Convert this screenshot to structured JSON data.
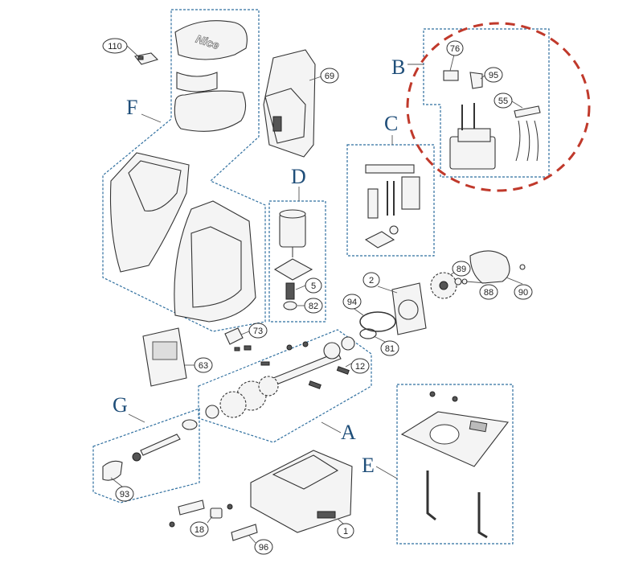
{
  "groups": {
    "A": "A",
    "B": "B",
    "C": "C",
    "D": "D",
    "E": "E",
    "F": "F",
    "G": "G"
  },
  "callouts": {
    "p110": "110",
    "p69": "69",
    "p76": "76",
    "p95": "95",
    "p55": "55",
    "p89": "89",
    "p2": "2",
    "p88": "88",
    "p90": "90",
    "p94": "94",
    "p81": "81",
    "p5": "5",
    "p82": "82",
    "p73": "73",
    "p63": "63",
    "p12": "12",
    "p93": "93",
    "p18": "18",
    "p96": "96",
    "p1": "1"
  },
  "logo_text": "Nice",
  "colors": {
    "group_letter": "#1f4e79",
    "group_frame": "#2f6f9f",
    "highlight_ring": "#c0392b"
  }
}
